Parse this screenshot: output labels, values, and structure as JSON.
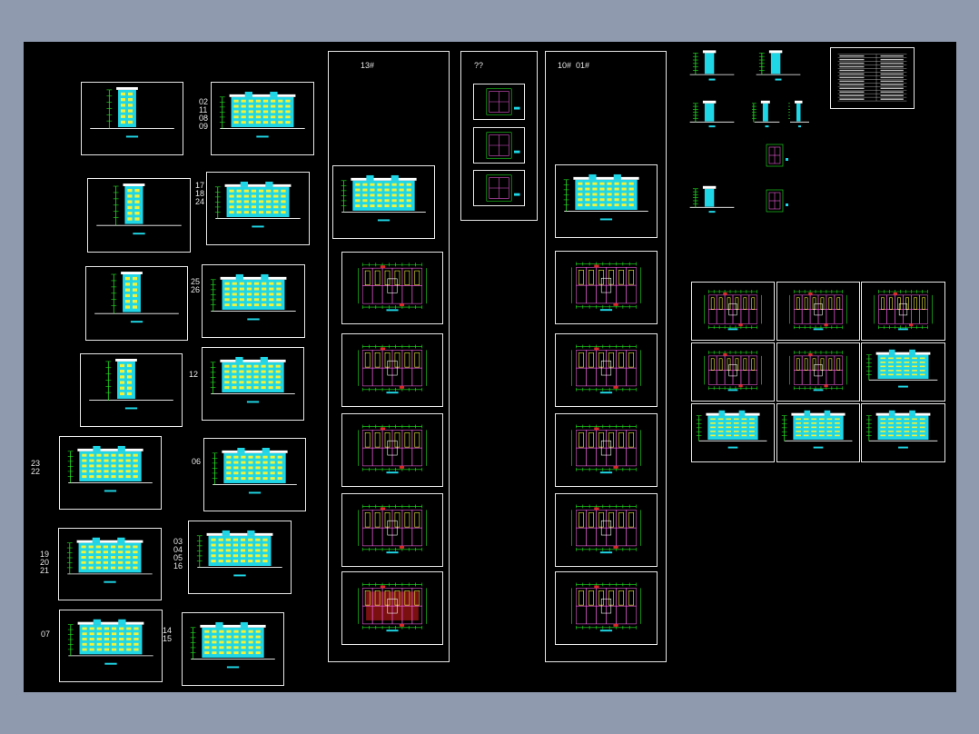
{
  "window": {
    "title": "CAD model space drawing overview"
  },
  "colors": {
    "background": "#8f9aae",
    "model_space": "#000000",
    "frame_border": "#e8e8e8",
    "elevation_fill": "#1fd6e6",
    "elevation_window": "#f2f23a",
    "plan_wall": "#e85bd8",
    "plan_grid": "#22e822",
    "plan_red": "#d92a2a",
    "label_text": "#e6e6e6"
  },
  "labels": {
    "l1": "02\n11\n08\n09",
    "l2": "17\n18\n24",
    "l3": "25\n26",
    "l4": "12",
    "l5": "23\n22",
    "l6": "06",
    "l7": "19\n20\n21",
    "l8": "03\n04\n05\n16",
    "l9": "07",
    "l10": "14\n15",
    "col1": "13#",
    "col2": "??",
    "col3": "10#  01#"
  }
}
